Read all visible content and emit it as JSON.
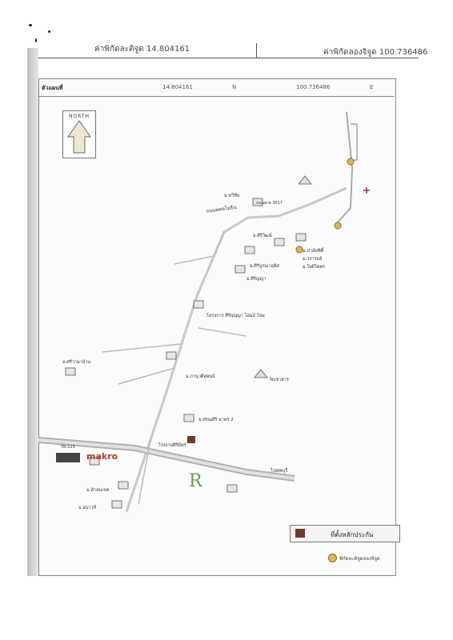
{
  "header": {
    "latitude_text": "ค่าพิกัดละติจูด 14.804161",
    "longitude_text": "ค่าพิกัดลองจิจูด 100.736486"
  },
  "info_row": {
    "label": "ตัวแผนที่",
    "lat": "14.804161",
    "n": "N",
    "lon": "100.736486",
    "e": "E"
  },
  "compass": {
    "label": "NORTH"
  },
  "legend": {
    "site_label": "ที่ตั้งหลักประกัน",
    "site_color": "#6b3a33",
    "marker_label": "พิกัดละติจูดลองจิจูด",
    "marker_color": "#d9b657"
  },
  "map": {
    "route_labels": [
      "ถนนพหลโยธิน",
      "ถนนสาย 3017",
      "ไปลพบุรี",
      "TB-123"
    ],
    "makro_label": "makro",
    "place_labels": [
      "ม.ทวีชัย",
      "ม.ศิริวัฒน์",
      "ม.ปาล์มซิตี้",
      "ม.วรารมย์",
      "ม.ใจดีโคตร",
      "ม.ศิริบูรณาอุดิศ",
      "ม.ศิริญญา",
      "โครงการ ศิริบุญญา โฮมม์ โฮม",
      "ม.ภานุวดีสุคนธ์",
      "วัดเขาสาร",
      "ม.ศรีวานาบ้าน",
      "ม.ศรณสิริ นาคร 2",
      "ม.ค้าสมเขต",
      "ม.อนาวลี",
      "โรงงานศิริมิตร์"
    ]
  }
}
